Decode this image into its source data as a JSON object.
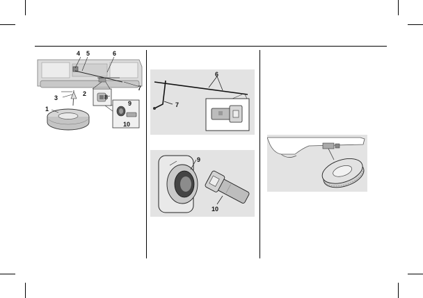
{
  "figure_left": {
    "callouts": {
      "c1": "1",
      "c2": "2",
      "c3": "3",
      "c4": "4",
      "c5": "5",
      "c6": "6",
      "c7": "7",
      "c8": "8",
      "c9": "9",
      "c10": "10"
    }
  },
  "figure_middle_top": {
    "callouts": {
      "c6": "6",
      "c7": "7"
    }
  },
  "figure_middle_bottom": {
    "callouts": {
      "c9": "9",
      "c10": "10"
    }
  },
  "figure_right": {},
  "colors": {
    "panel_bg": "#e3e3e3",
    "line": "#000000",
    "metal": "#bdbdbd"
  }
}
